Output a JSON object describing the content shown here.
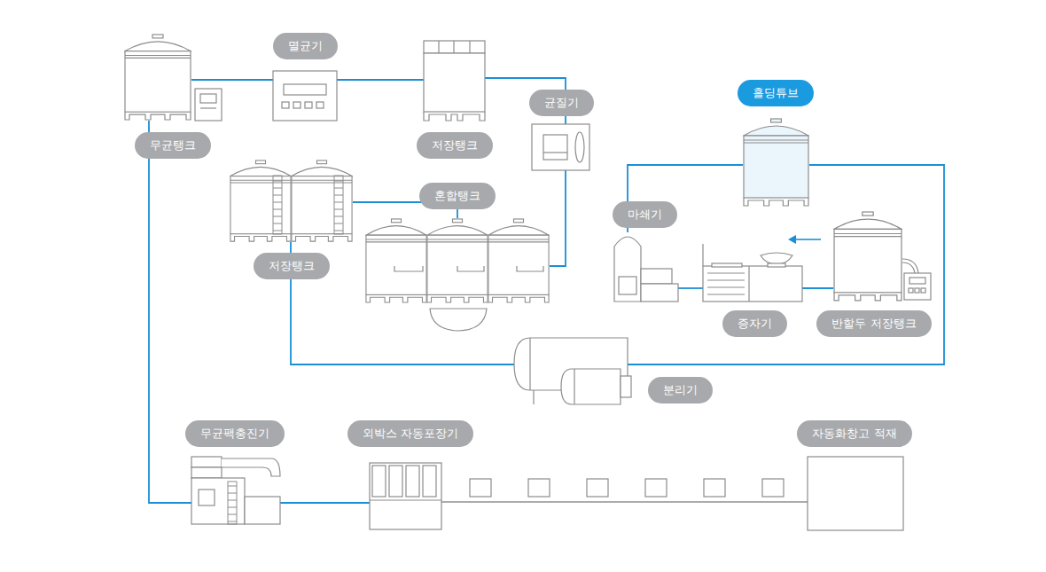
{
  "diagram": {
    "nodes": [
      {
        "text": [
          "무균탱크"
        ]
      },
      {
        "text": [
          "멸균기"
        ]
      },
      {
        "text": [
          "저장탱크"
        ]
      },
      {
        "text": [
          "균질기"
        ]
      },
      {
        "text": [
          "흘딩튜브"
        ]
      },
      {
        "text": [
          "저장탱크"
        ]
      },
      {
        "text": [
          "혼합탱크"
        ]
      },
      {
        "text": [
          "마쇄기"
        ]
      },
      {
        "text": [
          "증자기"
        ]
      },
      {
        "text": [
          "반할두 저장탱크"
        ]
      },
      {
        "text": [
          "분리기"
        ]
      },
      {
        "text": [
          "무균팩충진기"
        ]
      },
      {
        "text": [
          "외박스 자동포장기"
        ]
      },
      {
        "text": [
          "자동화창고 적재"
        ]
      }
    ],
    "edges": [
      {
        "from": 9,
        "to": 8,
        "arrow": "none"
      },
      {
        "from": 8,
        "to": 7,
        "arrow": "none"
      },
      {
        "from": 7,
        "to": 4,
        "arrow": "none"
      },
      {
        "from": 4,
        "to": 10,
        "arrow": "none"
      },
      {
        "from": 10,
        "to": 5,
        "arrow": "none"
      },
      {
        "from": 5,
        "to": 6,
        "arrow": "none"
      },
      {
        "from": 6,
        "to": 3,
        "arrow": "none"
      },
      {
        "from": 3,
        "to": 2,
        "arrow": "none"
      },
      {
        "from": 2,
        "to": 1,
        "arrow": "none"
      },
      {
        "from": 1,
        "to": 0,
        "arrow": "none"
      },
      {
        "from": 0,
        "to": 11,
        "arrow": "none"
      },
      {
        "from": 11,
        "to": 12,
        "arrow": "none"
      },
      {
        "from": 12,
        "to": 13,
        "arrow": "none"
      }
    ]
  }
}
